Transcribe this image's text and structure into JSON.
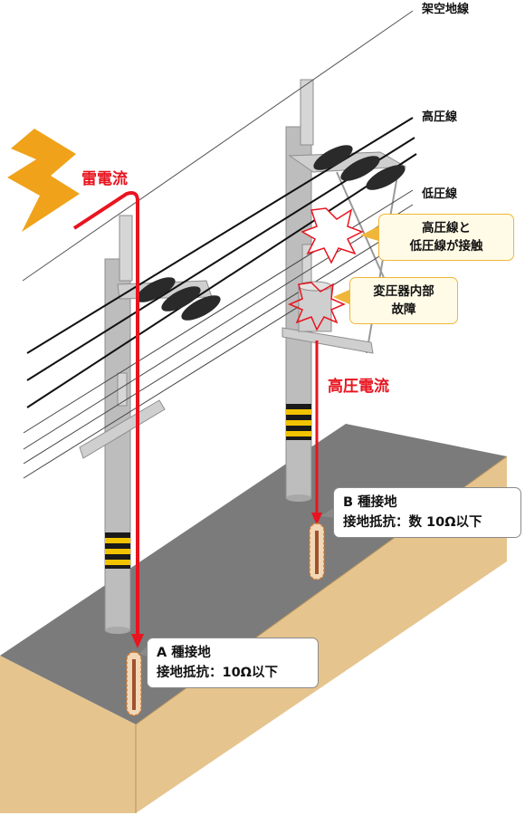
{
  "labels": {
    "overhead_ground_wire": "架空地線",
    "high_voltage_line": "高圧線",
    "low_voltage_line": "低圧線",
    "lightning_current": "雷電流",
    "high_voltage_current": "高圧電流"
  },
  "callouts": {
    "hv_lv_contact": [
      "高圧線と",
      "低圧線が接触"
    ],
    "transformer_fault": [
      "変圧器内部",
      "故障"
    ],
    "class_b": [
      "B 種接地",
      "接地抵抗：数 10Ω以下"
    ],
    "class_a": [
      "A 種接地",
      "接地抵抗：10Ω以下"
    ]
  },
  "colors": {
    "current_red": "#e8141f",
    "lightning_orange": "#f0a21a",
    "ground_gray": "#777777",
    "soil_tan": "#e6c48e",
    "callout_yellow_border": "#f0b63a"
  }
}
